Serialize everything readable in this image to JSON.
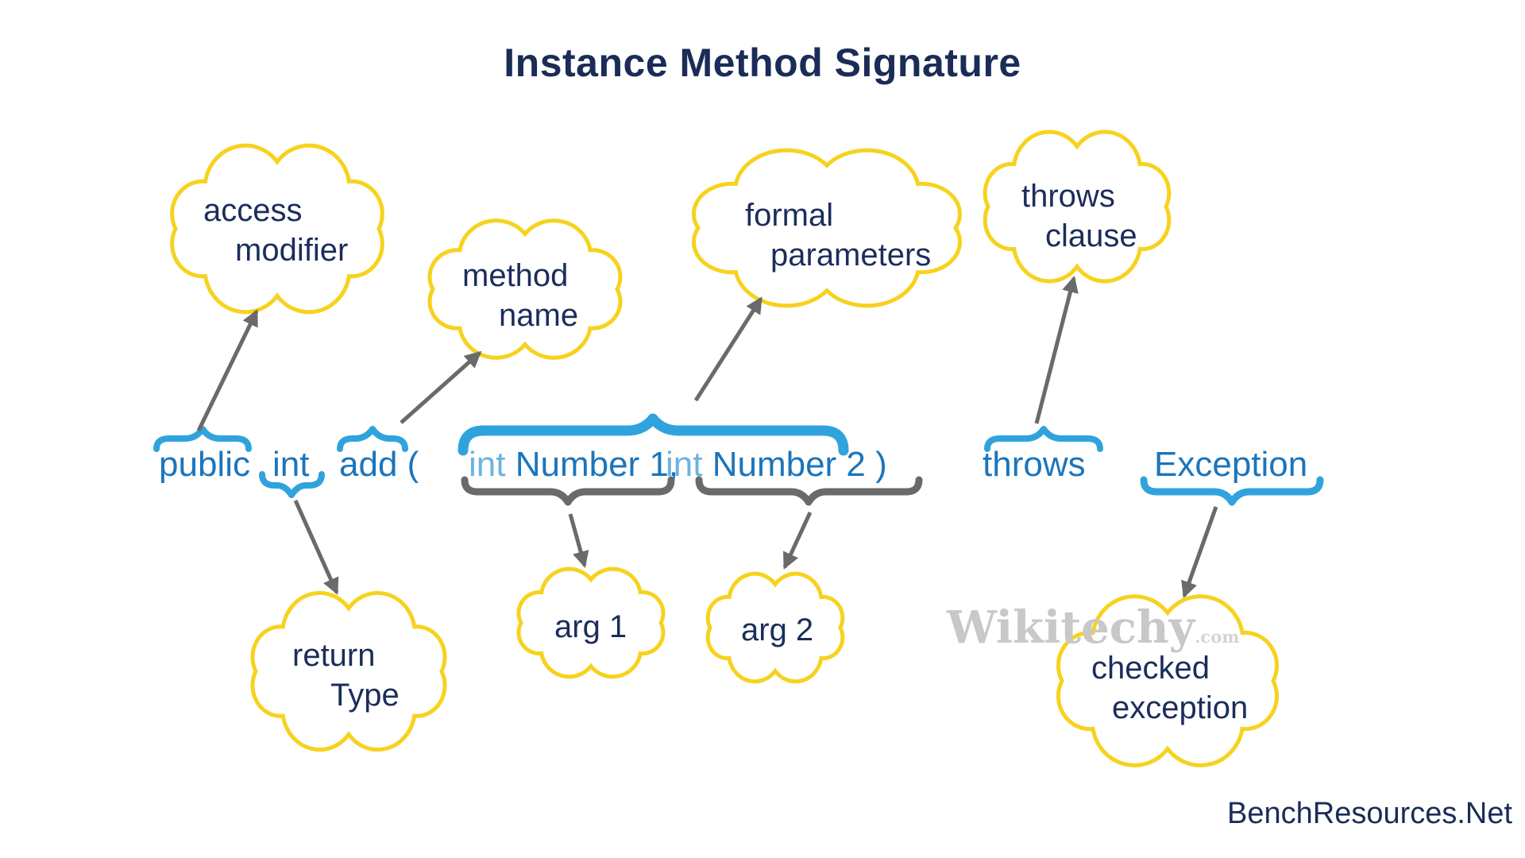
{
  "title": "Instance Method Signature",
  "signature": {
    "access_modifier": "public",
    "return_type": "int",
    "method_name": "add (",
    "param1_type": "int",
    "param1_name": "Number 1,",
    "param2_type": "int",
    "param2_name": "Number 2 )",
    "throws_keyword": "throws",
    "exception_type": "Exception"
  },
  "clouds": {
    "access_modifier": {
      "line1": "access",
      "line2": "modifier"
    },
    "method_name": {
      "line1": "method",
      "line2": "name"
    },
    "formal_parameters": {
      "line1": "formal",
      "line2": "parameters"
    },
    "throws_clause": {
      "line1": "throws",
      "line2": "clause"
    },
    "return_type": {
      "line1": "return",
      "line2": "Type"
    },
    "arg1": {
      "line1": "arg 1"
    },
    "arg2": {
      "line1": "arg 2"
    },
    "checked_exception": {
      "line1": "checked",
      "line2": "exception"
    }
  },
  "watermark": {
    "name": "Wikitechy",
    "suffix": ".com"
  },
  "credit": "BenchResources.Net",
  "colors": {
    "navy": "#1a2c57",
    "code_blue": "#1b75bc",
    "light_param_blue": "#6cb2e2",
    "brace_blue": "#31a3dc",
    "arrow_gray": "#6a6a6a",
    "cloud_yellow": "#f7d21e",
    "watermark_gray": "#c8c8c8"
  }
}
